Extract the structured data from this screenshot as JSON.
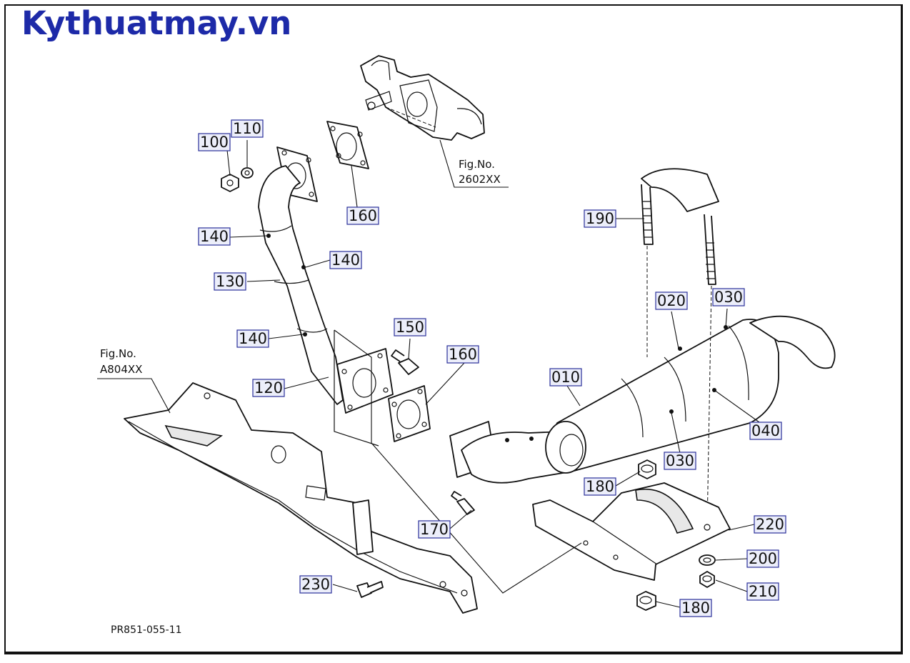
{
  "watermark": "Kythuatmay.vn",
  "drawing_id": "PR851-055-11",
  "refs": {
    "upper": {
      "line1": "Fig.No.",
      "line2": "2602XX"
    },
    "left": {
      "line1": "Fig.No.",
      "line2": "A804XX"
    }
  },
  "callouts": [
    {
      "id": "100",
      "label": "100"
    },
    {
      "id": "110",
      "label": "110"
    },
    {
      "id": "160a",
      "label": "160"
    },
    {
      "id": "140a",
      "label": "140"
    },
    {
      "id": "140b",
      "label": "140"
    },
    {
      "id": "130",
      "label": "130"
    },
    {
      "id": "140c",
      "label": "140"
    },
    {
      "id": "150",
      "label": "150"
    },
    {
      "id": "160b",
      "label": "160"
    },
    {
      "id": "120",
      "label": "120"
    },
    {
      "id": "190",
      "label": "190"
    },
    {
      "id": "020",
      "label": "020"
    },
    {
      "id": "030a",
      "label": "030"
    },
    {
      "id": "010",
      "label": "010"
    },
    {
      "id": "040",
      "label": "040"
    },
    {
      "id": "030b",
      "label": "030"
    },
    {
      "id": "180a",
      "label": "180"
    },
    {
      "id": "170",
      "label": "170"
    },
    {
      "id": "220",
      "label": "220"
    },
    {
      "id": "200",
      "label": "200"
    },
    {
      "id": "210",
      "label": "210"
    },
    {
      "id": "230",
      "label": "230"
    },
    {
      "id": "180b",
      "label": "180"
    }
  ],
  "icons": {
    "muffler": "muffler-icon",
    "exhaust_pipe": "exhaust-pipe-icon",
    "flange_gasket": "gasket-icon",
    "u_bolt": "u-bolt-icon",
    "bracket": "bracket-icon",
    "frame": "frame-rail-icon",
    "manifold": "exhaust-manifold-icon",
    "bolt": "bolt-icon",
    "nut": "nut-icon",
    "washer": "washer-icon"
  },
  "colors": {
    "watermark": "#1d2aa8",
    "label_fill": "#eceefa",
    "label_border": "#2a2f9a"
  }
}
